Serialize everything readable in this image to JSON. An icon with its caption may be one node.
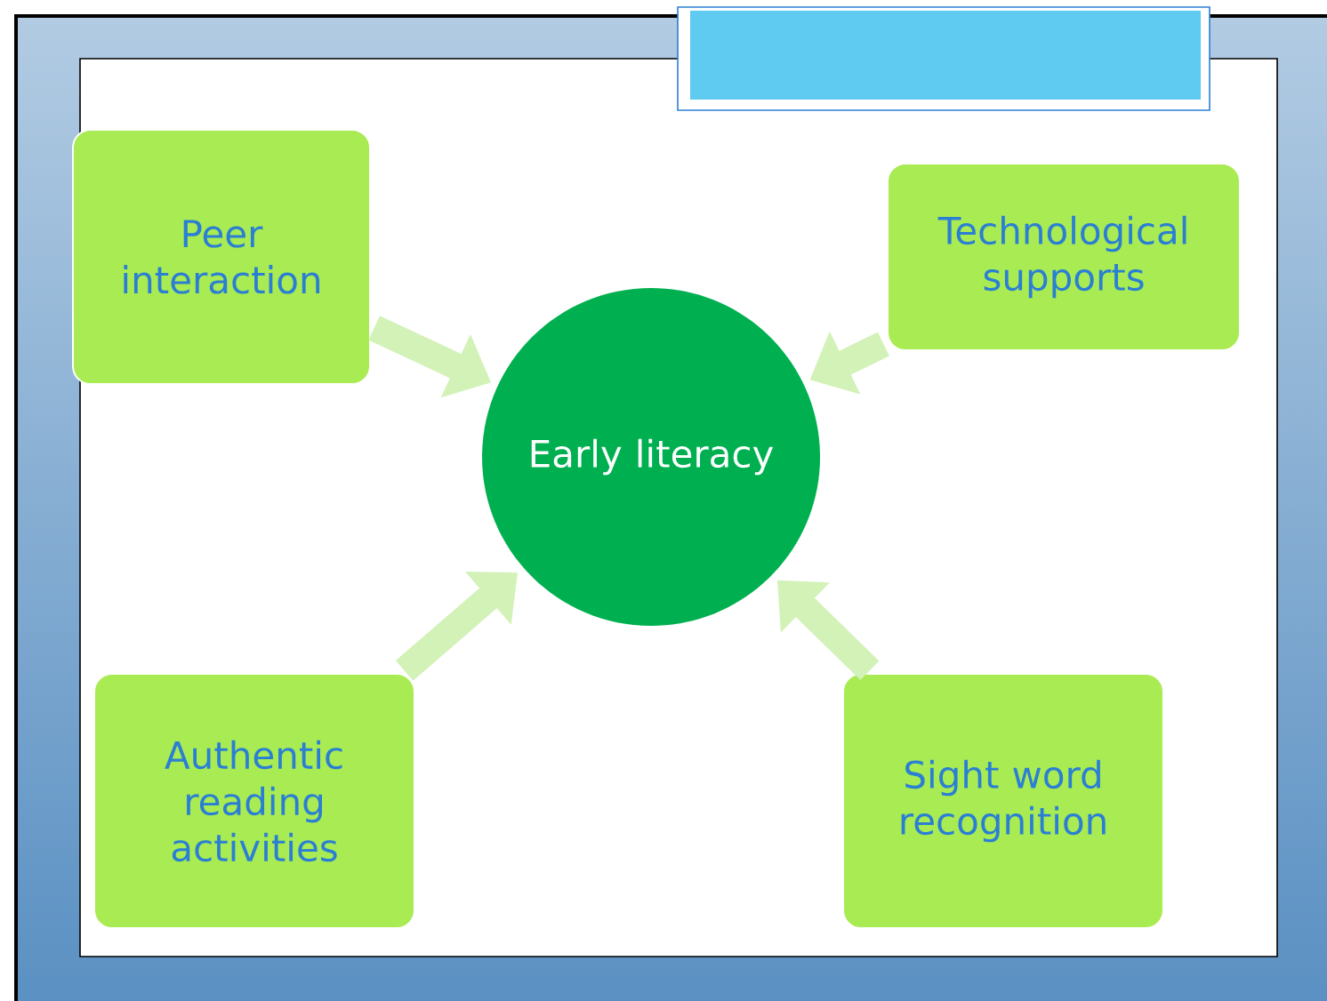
{
  "diagram": {
    "nodes": [
      {
        "text": [
          "Peer interaction"
        ]
      },
      {
        "text": [
          "Technological supports"
        ]
      },
      {
        "text": [
          "Early literacy"
        ]
      },
      {
        "text": [
          "Authentic reading activities"
        ]
      },
      {
        "text": [
          "Sight word recognition"
        ]
      }
    ],
    "edges": [
      {
        "from": 0,
        "to": 2,
        "arrow": "to"
      },
      {
        "from": 1,
        "to": 2,
        "arrow": "to"
      },
      {
        "from": 3,
        "to": 2,
        "arrow": "to"
      },
      {
        "from": 4,
        "to": 2,
        "arrow": "to"
      }
    ]
  }
}
